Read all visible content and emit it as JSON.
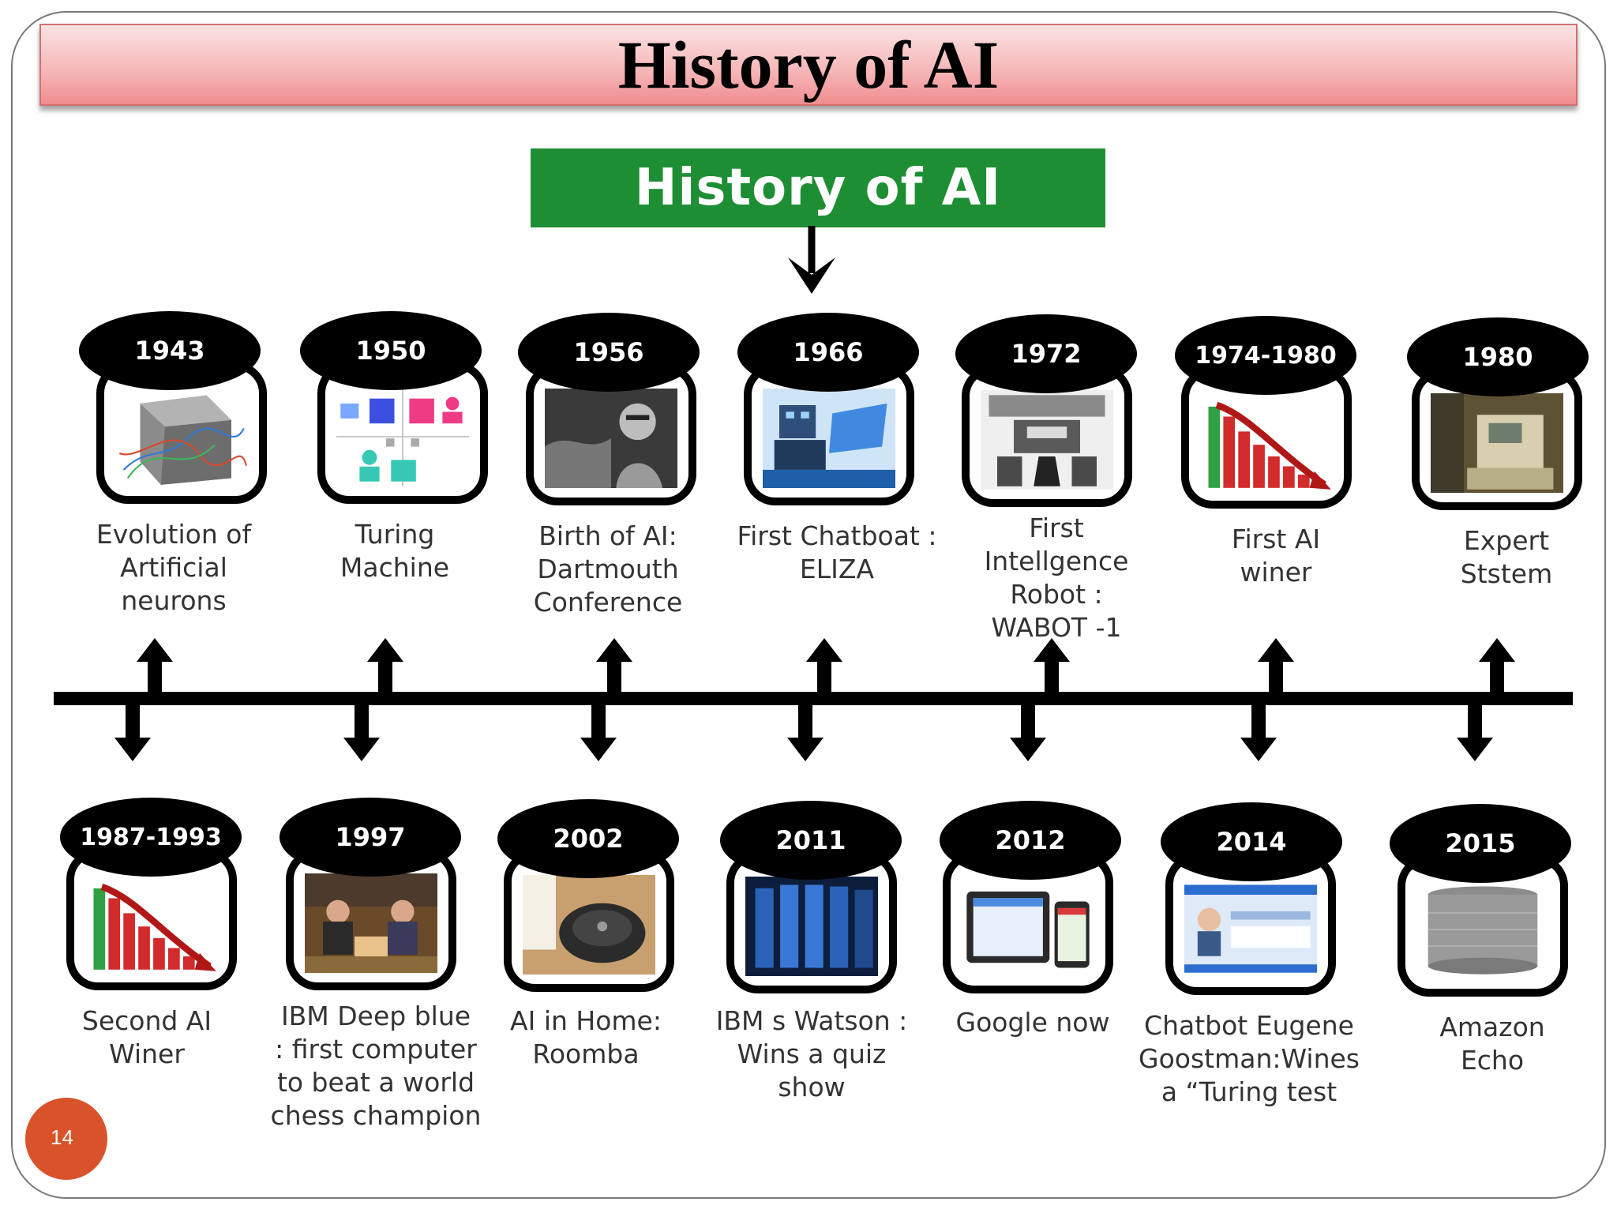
{
  "slide": {
    "title": "History of AI",
    "banner": "History of AI",
    "page_number": "14"
  },
  "top_row": [
    {
      "year": "1943",
      "label": "Evolution of\nArtificial\nneurons",
      "icon": "neural-cube-icon"
    },
    {
      "year": "1950",
      "label": "Turing\nMachine",
      "icon": "turing-diagram-icon"
    },
    {
      "year": "1956",
      "label": "Birth of AI:\nDartmouth\nConference",
      "icon": "portrait-photo-icon"
    },
    {
      "year": "1966",
      "label": "First Chatboat :\nELIZA",
      "icon": "robot-computer-icon"
    },
    {
      "year": "1972",
      "label": "First\nIntellgence\nRobot :\nWABOT -1",
      "icon": "robot-sketch-icon"
    },
    {
      "year": "1974-1980",
      "label": "First AI\nwiner",
      "icon": "declining-chart-icon"
    },
    {
      "year": "1980",
      "label": "Expert\nStstem",
      "icon": "computer-terminal-icon"
    }
  ],
  "bottom_row": [
    {
      "year": "1987-1993",
      "label": "Second AI\nWiner",
      "icon": "declining-chart-icon"
    },
    {
      "year": "1997",
      "label": "IBM Deep blue\n: first computer\nto beat a world\nchess champion",
      "icon": "chess-match-photo-icon"
    },
    {
      "year": "2002",
      "label": "AI in Home:\nRoomba",
      "icon": "roomba-icon"
    },
    {
      "year": "2011",
      "label": "IBM s Watson :\nWins a quiz\nshow",
      "icon": "server-rack-icon"
    },
    {
      "year": "2012",
      "label": "Google now",
      "icon": "devices-icon"
    },
    {
      "year": "2014",
      "label": "Chatbot Eugene\nGoostman:Wines\na “Turing test",
      "icon": "chatbot-screen-icon"
    },
    {
      "year": "2015",
      "label": "Amazon\nEcho",
      "icon": "smart-speaker-icon"
    }
  ],
  "colors": {
    "title_gradient_top": "#fbe3e3",
    "title_gradient_bottom": "#f08d90",
    "banner": "#1e8e34",
    "timeline": "#000000",
    "page_badge": "#d9532a"
  }
}
